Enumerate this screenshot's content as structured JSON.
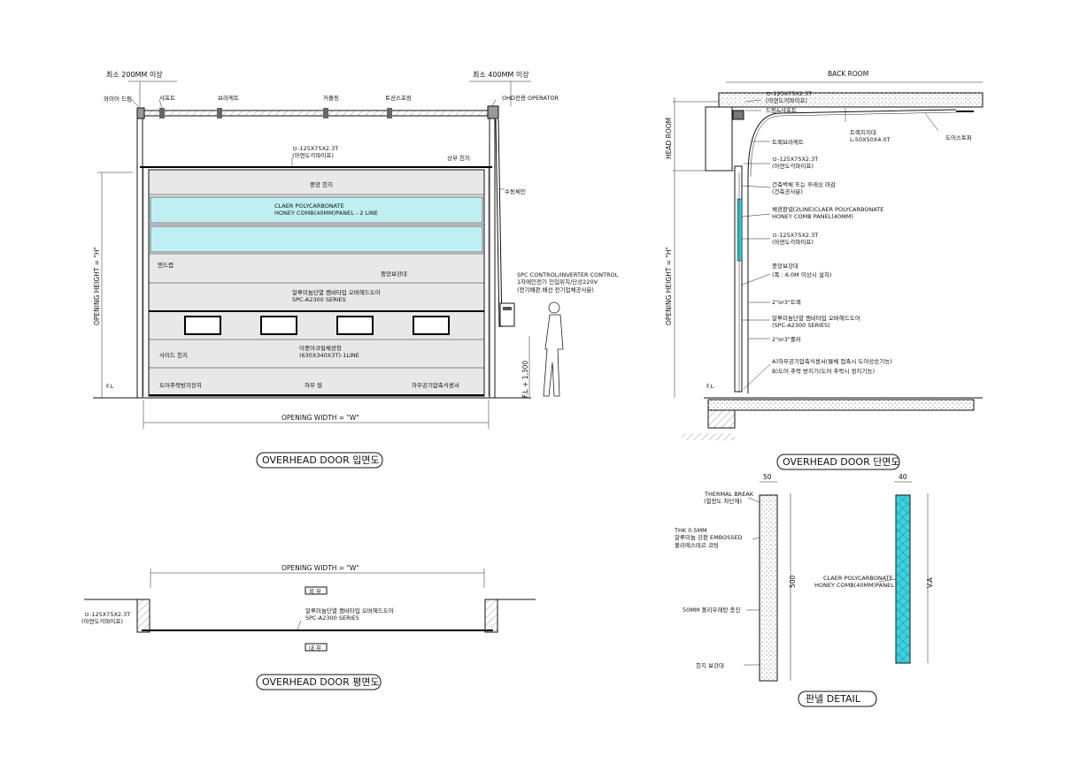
{
  "elevation": {
    "min_left": "최소 200MM 이상",
    "min_right": "최소 400MM 이상",
    "wire_drum": "와이어 드럼",
    "shaft": "샤프트",
    "bracket": "브라케트",
    "coupling": "커플링",
    "torsion_spring": "토션스프링",
    "operator": "OHD전용 OPERATOR",
    "pipe_1": "ㅁ-125X75X2.3T",
    "pipe_2": "(아연도각파이프)",
    "top_hinge": "상부 힌지",
    "center_hinge": "중앙 힌지",
    "manual_chain": "수동체인",
    "polycarb_1": "CLAER POLYCARBONATE",
    "polycarb_2": "HONEY COMB(40MM)PANEL - 2 LINE",
    "end_cap": "엔드캡",
    "center_reinforce": "중앙보강대",
    "door_series_1": "알루미늄단열 캠비타입 오버헤드도어",
    "door_series_2": "SPC-A2300 SERIES",
    "control_1": "SPC CONTROL/INVERTER CONTROL",
    "control_2": "1차메인전기 인입위치/단상220V",
    "control_3": "(전기배관.배선 전기업체공사분)",
    "side_hinge": "사이드 힌지",
    "window_1": "이중아크릴채광창",
    "window_2": "(630X340X3T)-1LINE",
    "fall_arrest": "도어추락방지장치",
    "bottom_seal": "하부 씰",
    "bottom_sensor": "하부공기압축식센서",
    "fl": "F.L",
    "fl_height": "F.L + 1,300",
    "opening_height": "OPENING HEIGHT = \"H\"",
    "opening_width": "OPENING WIDTH = \"W\""
  },
  "section": {
    "back_room": "BACK ROOM",
    "head_room": "HEAD ROOM",
    "pipe_1": "ㅁ-125X75X2.3T",
    "pipe_2": "(아연도각파이프)",
    "drum_shaft": "드럼&샤프트",
    "track_hanger_1": "트랙지지대",
    "track_hanger_2": "L-50X50X4.0T",
    "door_stopper": "도어스토퍼",
    "track_bracket": "트랙브라케트",
    "pipe2_1": "ㅁ-125X75X2.3T",
    "pipe2_2": "(아연도각파이프)",
    "finish_1": "건축벽체 또는 후레싱 마감",
    "finish_2": "(건축공사분)",
    "panel_1": "채광판넬(2LINE)CLAER POLYCARBONATE",
    "panel_2": "HONEY COMB PANEL(40MM)",
    "pipe3_1": "ㅁ-125X75X2.3T",
    "pipe3_2": "(아연도각파이프)",
    "reinforce_1": "중앙보강대",
    "reinforce_2": "(폭 : 6.0M 이상시 설치)",
    "track": "2\"or3\"트랙",
    "series_1": "알루미늄단열 캠비타입 오버헤드도어",
    "series_2": "(SPC-A2300 SERIES)",
    "roller": "2\"or3\"롤러",
    "sensor_1": "A)하부공기압축식센서(물체 접촉시 도어상승기능)",
    "sensor_2": "B)도어 추락 방지기(도어 추락시 정지기능)",
    "fl": "F.L",
    "opening_height": "OPENING HEIGHT = \"H\""
  },
  "plan": {
    "opening_width": "OPENING WIDTH = \"W\"",
    "pipe_1": "ㅁ-125X75X2.3T",
    "pipe_2": "(아연도각파이프)",
    "series_1": "알루미늄단열 캠비타입 오버헤드도어",
    "series_2": "SPC-A2300 SERIES",
    "out_tag": "외 부",
    "in_tag": "내 부"
  },
  "detail": {
    "dim_50": "50",
    "dim_40": "40",
    "dim_500": "500",
    "dim_va": "V.A",
    "thermal_1": "THERMAL BREAK",
    "thermal_2": "(열전도 차단재)",
    "skin_1": "THK 0.5MM",
    "skin_2": "알루미늄 강판 EMBOSSED",
    "skin_3": "폴리에스테르 코팅",
    "foam": "50MM 폴리우레탄 충진",
    "hinge_rein": "힌지 보강대",
    "poly_1": "CLAER POLYCARBONATE",
    "poly_2": "HONEY COMB(40MM)PANEL"
  },
  "titles": {
    "elevation": "OVERHEAD DOOR 입면도",
    "section": "OVERHEAD DOOR 단면도",
    "plan": "OVERHEAD DOOR 평면도",
    "detail": "판넬 DETAIL"
  },
  "colors": {
    "glazing": "#bfeff3",
    "glazing_section": "#39d2e0",
    "panel": "#e4e4e4"
  }
}
